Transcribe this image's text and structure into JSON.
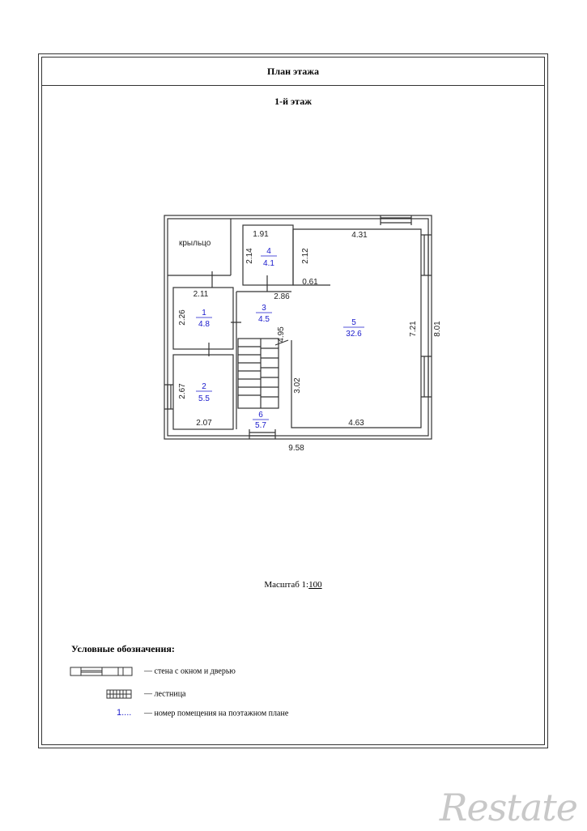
{
  "sheet": {
    "title": "План этажа",
    "floor_title": "1-й этаж",
    "scale_label": "Масштаб 1:",
    "scale_value": "100"
  },
  "plan": {
    "porch_label": "крыльцо",
    "rooms": [
      {
        "num": "1",
        "area": "4.8"
      },
      {
        "num": "2",
        "area": "5.5"
      },
      {
        "num": "3",
        "area": "4.5"
      },
      {
        "num": "4",
        "area": "4.1"
      },
      {
        "num": "5",
        "area": "32.6"
      },
      {
        "num": "6",
        "area": "5.7"
      }
    ],
    "dimensions": {
      "d_1_91": "1.91",
      "d_4_31": "4.31",
      "d_2_14": "2.14",
      "d_2_12": "2.12",
      "d_0_61": "0.61",
      "d_2_11": "2.11",
      "d_2_86": "2.86",
      "d_2_26": "2.26",
      "d_4_95": "4.95",
      "d_7_21": "7.21",
      "d_8_01": "8.01",
      "d_2_67": "2.67",
      "d_3_02": "3.02",
      "d_2_07": "2.07",
      "d_4_63": "4.63",
      "d_9_58": "9.58"
    }
  },
  "legend": {
    "title": "Условные обозначения:",
    "items": [
      {
        "text": "— стена с окном и дверью"
      },
      {
        "text": "— лестница"
      },
      {
        "text": "— номер помещения на поэтажном плане",
        "symbol_text": "1...."
      }
    ]
  },
  "watermark": "Restate",
  "colors": {
    "room_number": "#1a1acc",
    "lines": "#333333"
  }
}
